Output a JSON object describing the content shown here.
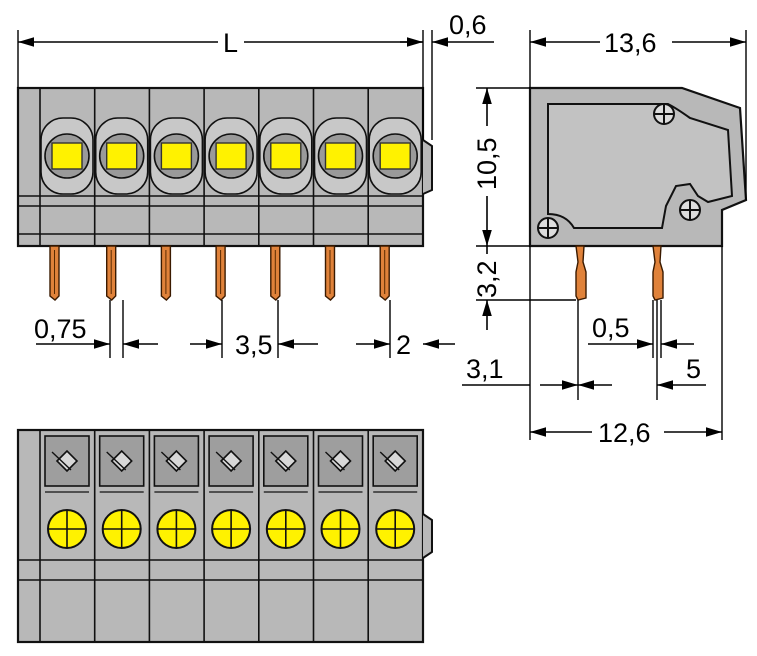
{
  "dimensions": {
    "length": "L",
    "pitch_gap_top": "0,6",
    "width_total": "13,6",
    "height_body": "10,5",
    "pin_length": "3,2",
    "pin_width": "0,75",
    "pitch": "3,5",
    "edge_offset": "2",
    "pin_thickness": "0,5",
    "pin_offset": "3,1",
    "pin_spacing": "5",
    "width_base": "12,6"
  },
  "colors": {
    "housing": "#b8b8b8",
    "button": "#fff200",
    "pin": "#e0823a",
    "outline": "#111111"
  },
  "views": {
    "front": {
      "poles": 7
    },
    "side": {
      "poles": 1
    },
    "top": {
      "poles": 7
    }
  }
}
